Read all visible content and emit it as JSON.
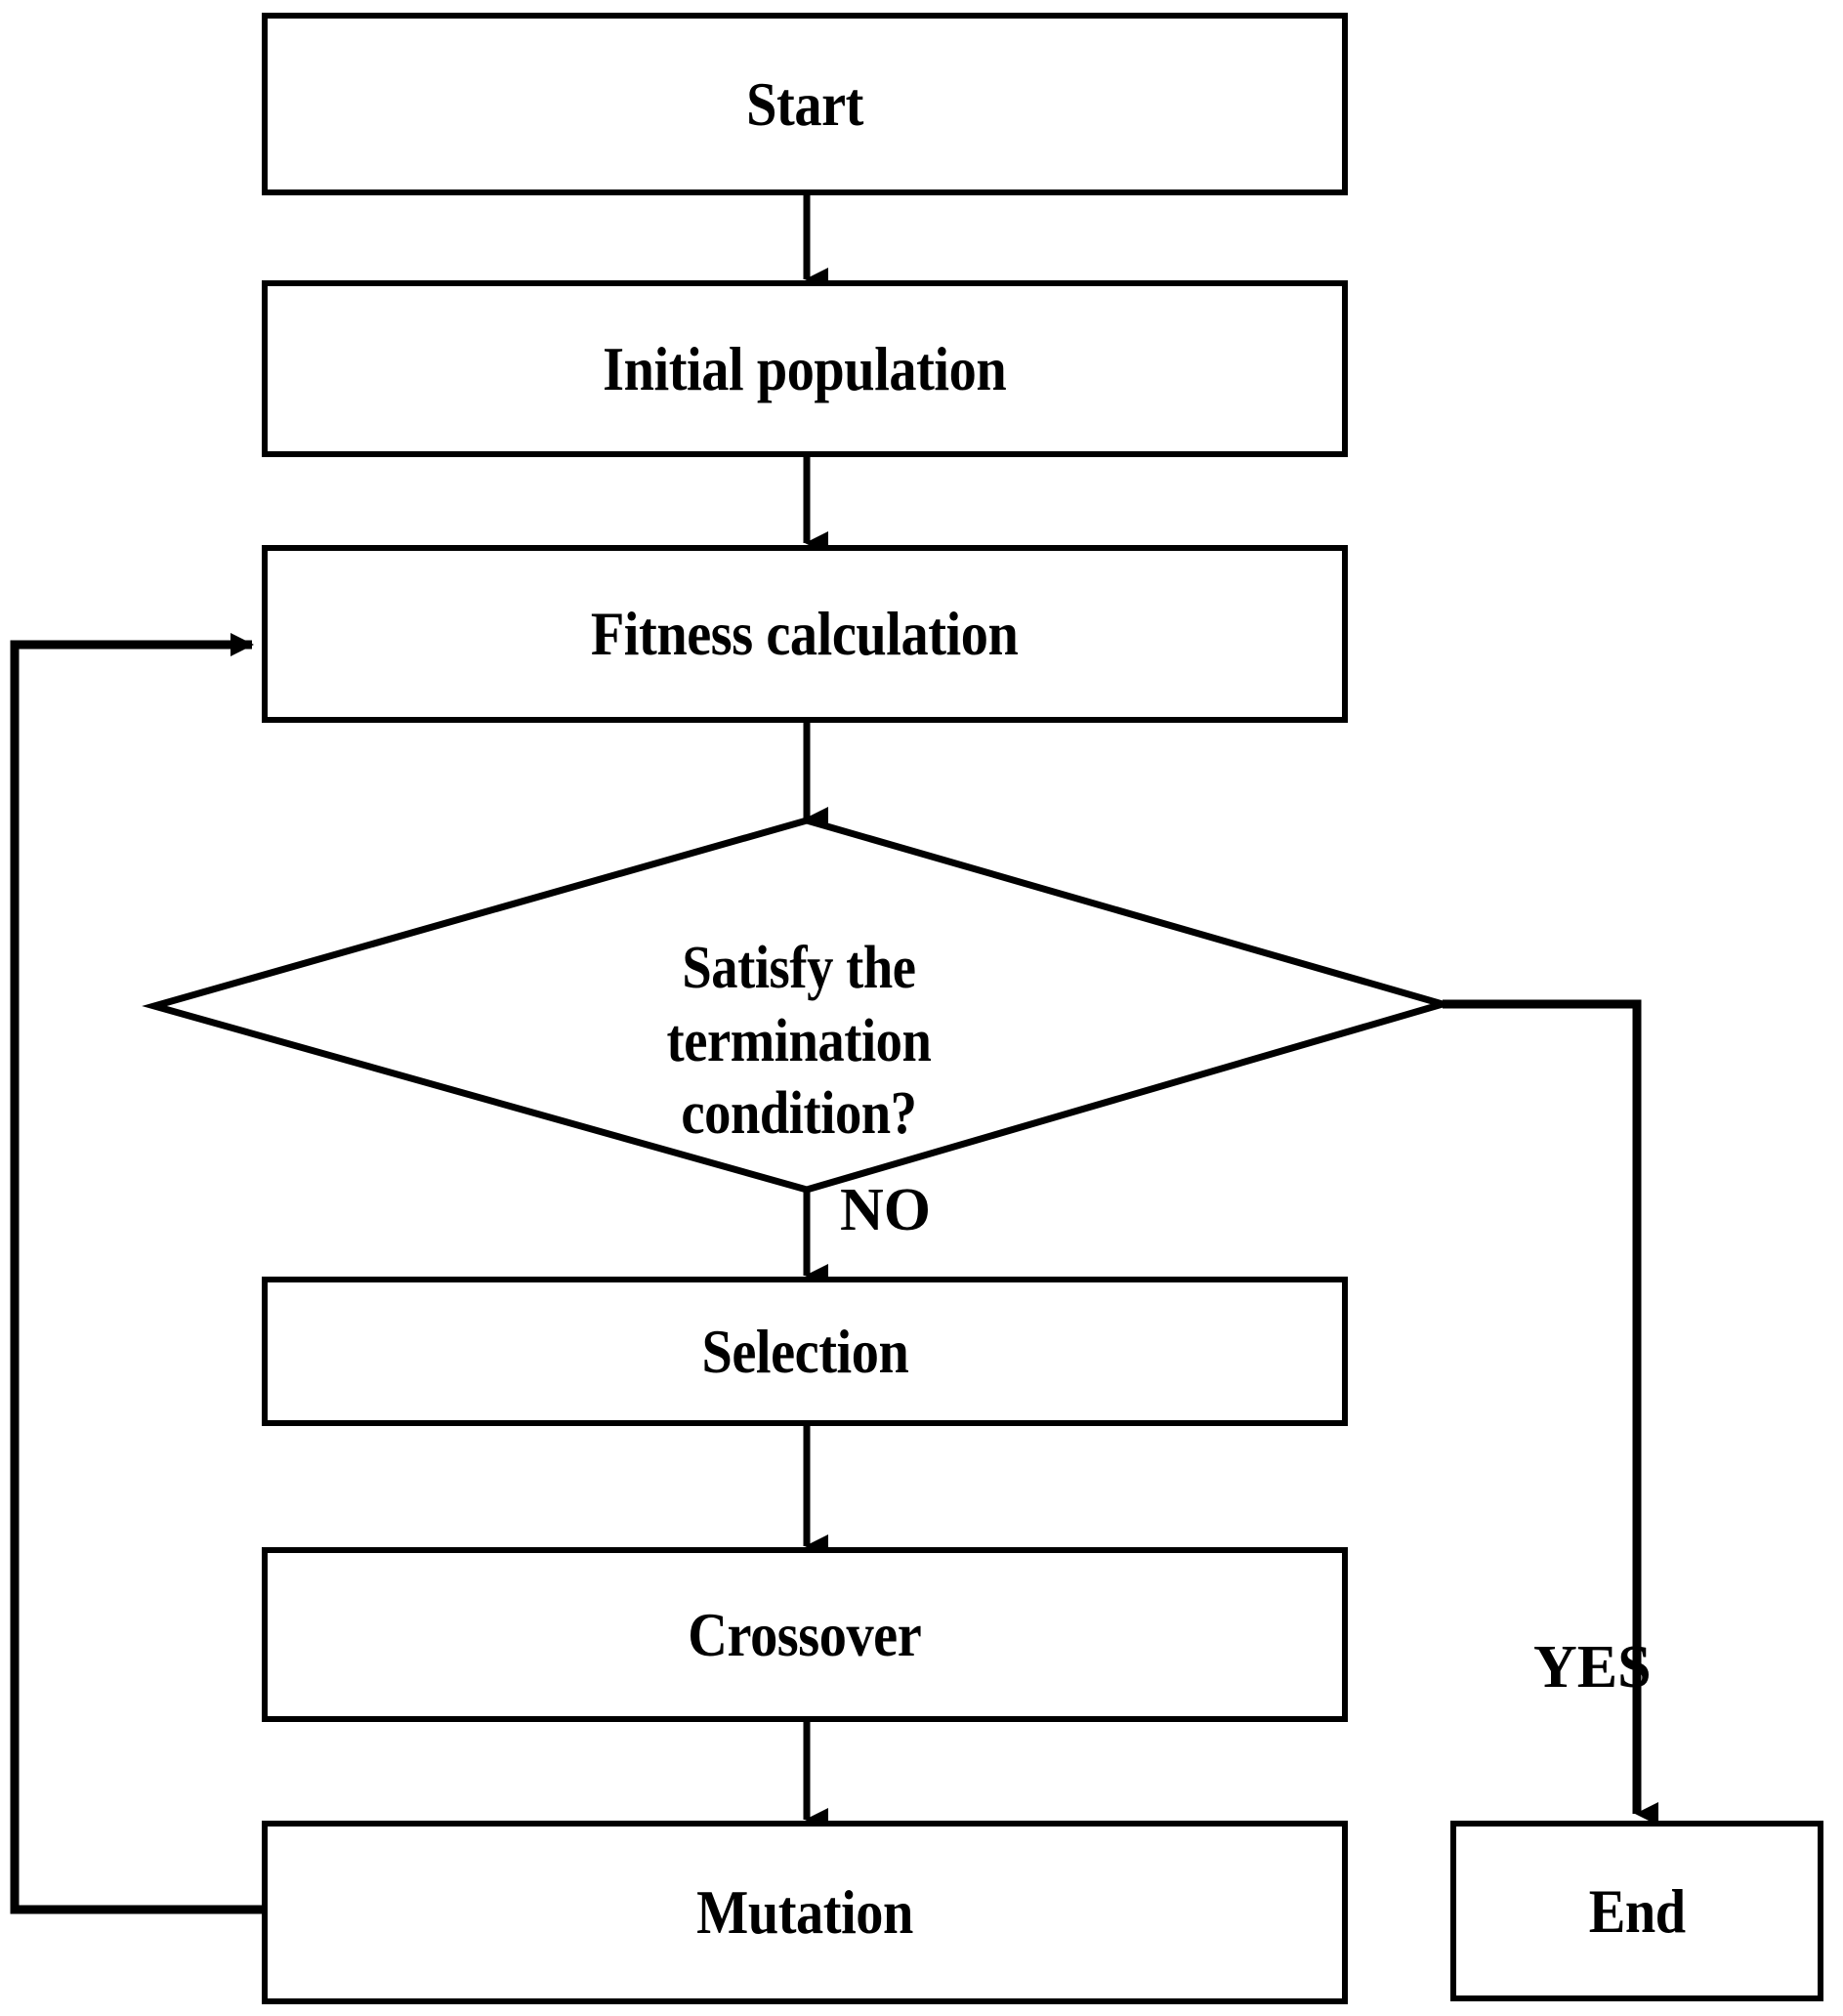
{
  "diagram": {
    "title": "Genetic Algorithm Flowchart",
    "type": "flowchart",
    "background_color": "#ffffff",
    "stroke_color": "#000000",
    "text_color": "#000000",
    "nodes": [
      {
        "id": "start",
        "shape": "process",
        "label": "Start"
      },
      {
        "id": "initpop",
        "shape": "process",
        "label": "Initial population"
      },
      {
        "id": "fitness",
        "shape": "process",
        "label": "Fitness calculation"
      },
      {
        "id": "decision",
        "shape": "decision",
        "label": "Satisfy the\ntermination\ncondition?"
      },
      {
        "id": "selection",
        "shape": "process",
        "label": "Selection"
      },
      {
        "id": "crossover",
        "shape": "process",
        "label": "Crossover"
      },
      {
        "id": "mutation",
        "shape": "process",
        "label": "Mutation"
      },
      {
        "id": "end",
        "shape": "process",
        "label": "End"
      }
    ],
    "edge_labels": {
      "no": "NO",
      "yes": "YES"
    },
    "edges": [
      {
        "from": "start",
        "to": "initpop",
        "label": ""
      },
      {
        "from": "initpop",
        "to": "fitness",
        "label": ""
      },
      {
        "from": "fitness",
        "to": "decision",
        "label": ""
      },
      {
        "from": "decision",
        "to": "selection",
        "label": "NO"
      },
      {
        "from": "decision",
        "to": "end",
        "label": "YES"
      },
      {
        "from": "selection",
        "to": "crossover",
        "label": ""
      },
      {
        "from": "crossover",
        "to": "mutation",
        "label": ""
      },
      {
        "from": "mutation",
        "to": "fitness",
        "label": ""
      }
    ]
  }
}
